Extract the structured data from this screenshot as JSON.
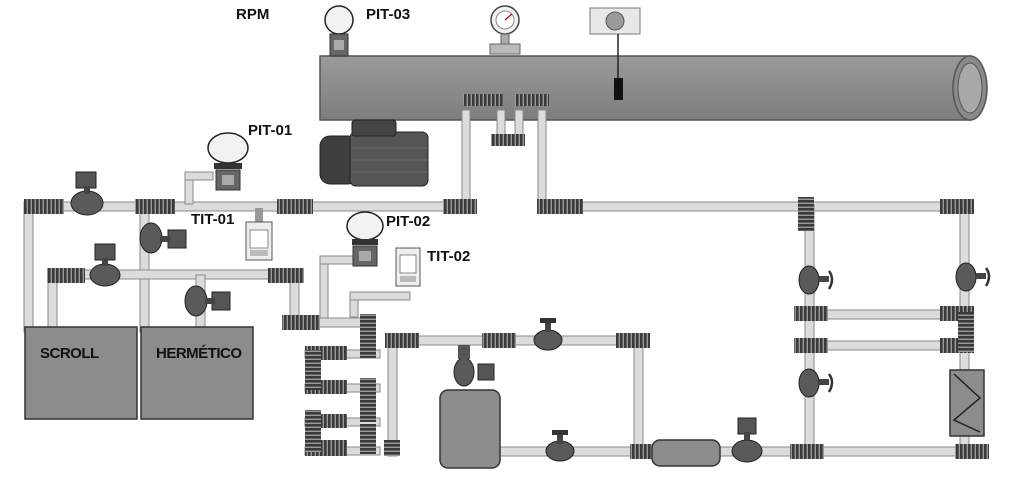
{
  "labels": {
    "rpm": "RPM",
    "pit01": "PIT-01",
    "pit02": "PIT-02",
    "pit03": "PIT-03",
    "tit01": "TIT-01",
    "tit02": "TIT-02"
  },
  "compressors": {
    "scroll": "SCROLL",
    "hermetic": "HERMÉTICO"
  },
  "colors": {
    "pipe_fill": "#dcdcdc",
    "pipe_edge": "#8a8a8a",
    "equipment": "#8c8c8c",
    "flex_coupling": "#333333",
    "valve": "#5a5a5a"
  }
}
